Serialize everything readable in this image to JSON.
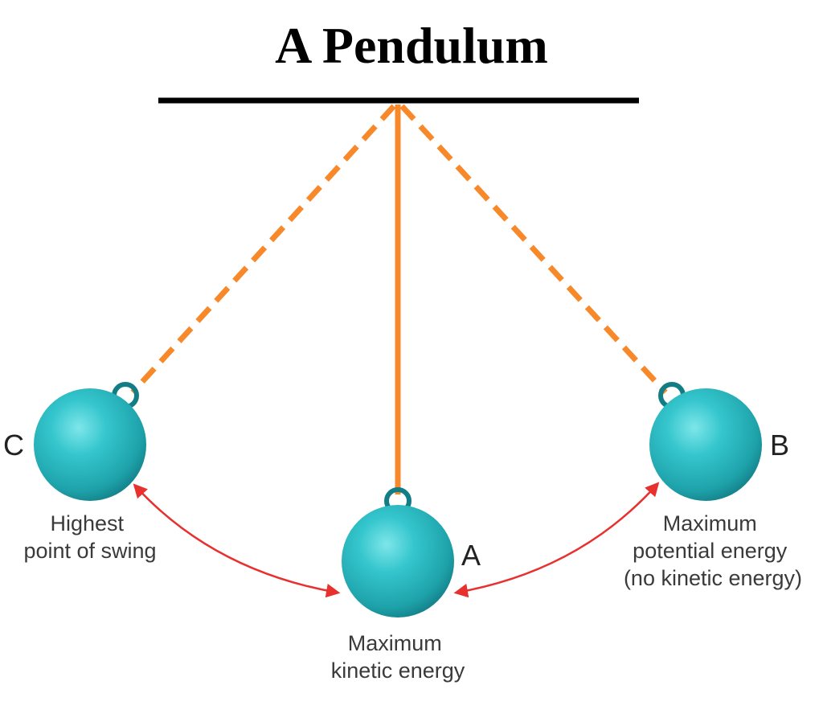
{
  "title": "A Pendulum",
  "colors": {
    "beam": "#000000",
    "string": "#f7892a",
    "bob": "#2bbfc6",
    "bob_dark": "#137d86",
    "arrow": "#e8312f"
  },
  "positions": {
    "a": {
      "letter": "A",
      "caption": [
        "Maximum",
        "kinetic energy"
      ]
    },
    "b": {
      "letter": "B",
      "caption": [
        "Maximum",
        "potential energy",
        "(no kinetic energy)"
      ]
    },
    "c": {
      "letter": "C",
      "caption": [
        "Highest",
        "point of swing"
      ]
    }
  }
}
